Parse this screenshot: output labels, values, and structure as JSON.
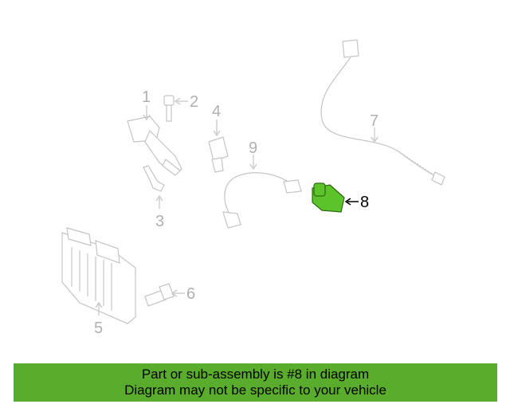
{
  "diagram": {
    "callouts": [
      "1",
      "2",
      "3",
      "4",
      "5",
      "6",
      "7",
      "8",
      "9"
    ],
    "highlighted_part": "8"
  },
  "colors": {
    "highlight_part": "#5cc42a",
    "banner_background": "#5aac2c",
    "ghost_parts": "#c4c4c4"
  },
  "banner": {
    "line1": "Part or sub-assembly is #8 in diagram",
    "line2": "Diagram may not be specific to your vehicle"
  }
}
